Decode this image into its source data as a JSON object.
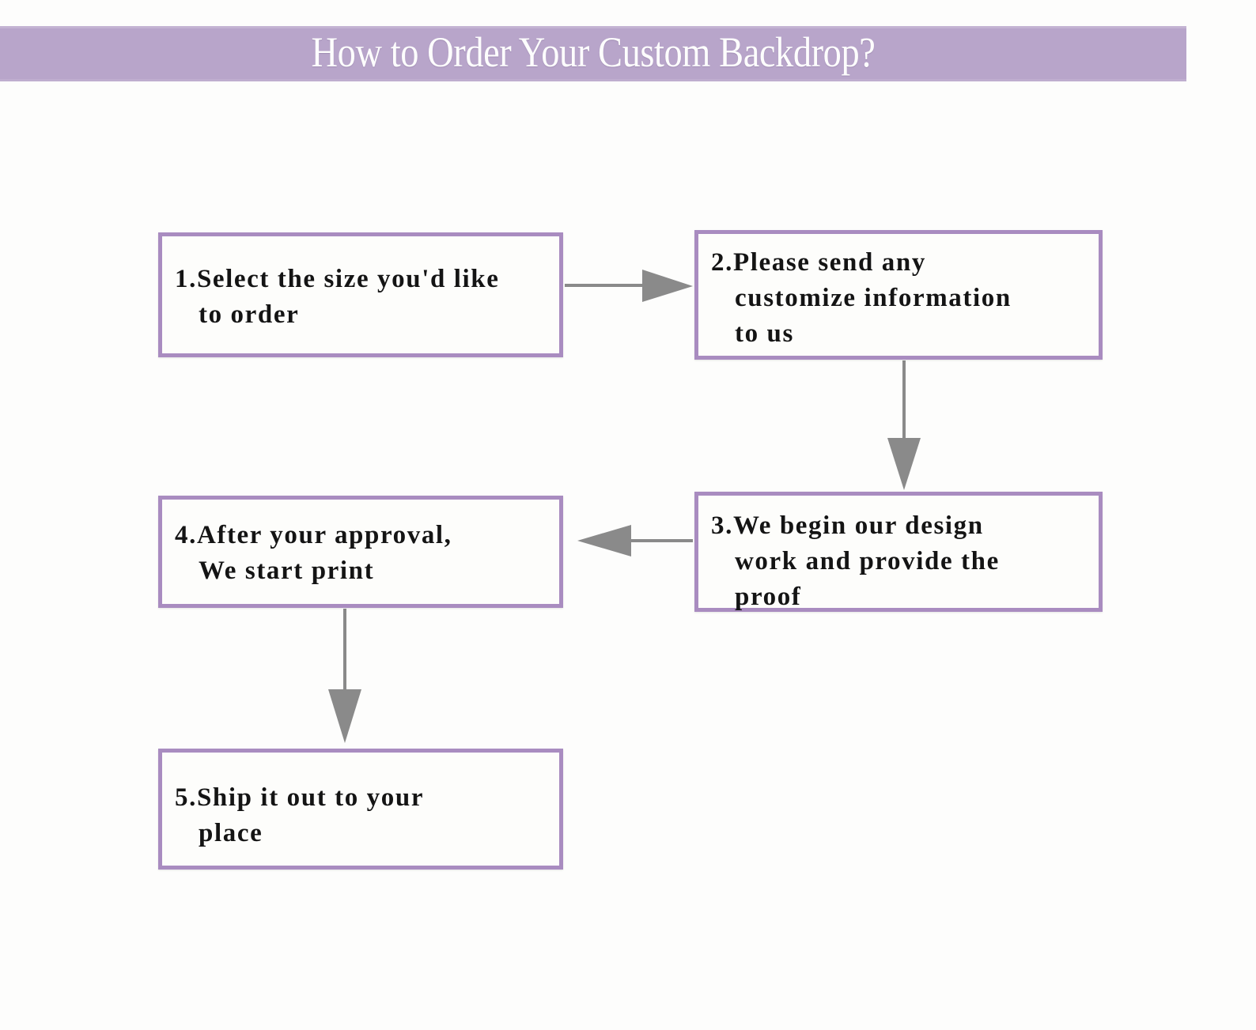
{
  "header": {
    "title": "How to Order Your Custom Backdrop?",
    "background_color": "#b8a5ca",
    "text_color": "#fdfdfd"
  },
  "theme": {
    "page_background": "#fdfdfc",
    "box_border_color": "#a98cc0",
    "box_fill_color": "#fdfdfb",
    "box_text_color": "#141414",
    "arrow_color": "#8a8a8a"
  },
  "chart_data": {
    "type": "diagram",
    "title": "How to Order Your Custom Backdrop?",
    "layout": "flowchart",
    "nodes": [
      {
        "id": 1,
        "number": "1.",
        "text": "1.Select the size you'd like\nto order"
      },
      {
        "id": 2,
        "number": "2.",
        "text": "2.Please send any\ncustomize information\nto us"
      },
      {
        "id": 3,
        "number": "3.",
        "text": "3.We begin our design\nwork and provide the\nproof"
      },
      {
        "id": 4,
        "number": "4.",
        "text": "4.After your approval,\nWe start print"
      },
      {
        "id": 5,
        "number": "5.",
        "text": "5.Ship it out to your\nplace"
      }
    ],
    "edges": [
      {
        "from": 1,
        "to": 2,
        "direction": "right"
      },
      {
        "from": 2,
        "to": 3,
        "direction": "down"
      },
      {
        "from": 3,
        "to": 4,
        "direction": "left"
      },
      {
        "from": 4,
        "to": 5,
        "direction": "down"
      }
    ]
  },
  "steps": {
    "step1": "1.Select the size you'd like\nto order",
    "step2": "2.Please send any\ncustomize information\nto us",
    "step3": "3.We begin our design\nwork and provide the\nproof",
    "step4": "4.After your approval,\nWe start print",
    "step5": "5.Ship it out to your\nplace"
  }
}
